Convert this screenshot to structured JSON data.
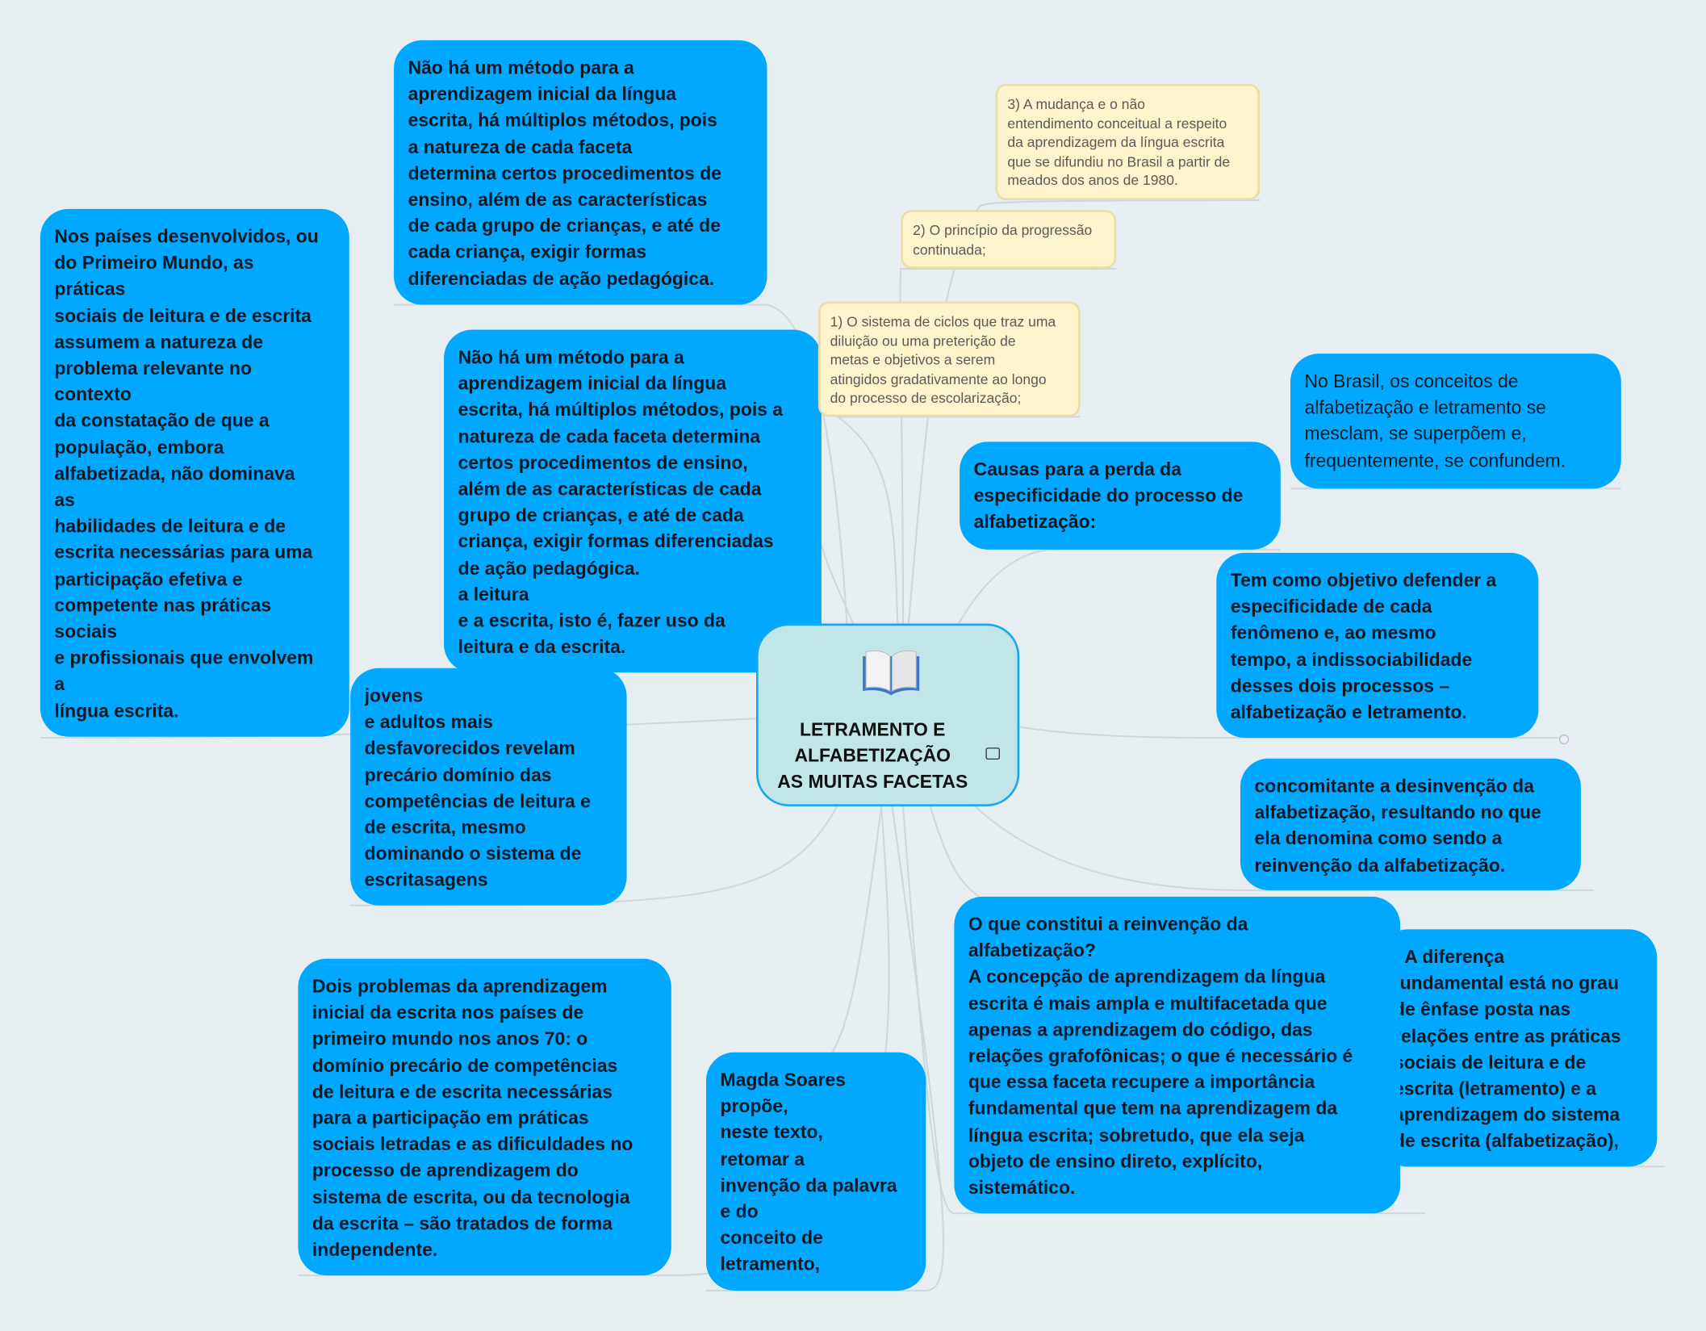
{
  "central_topic": {
    "title": "LETRAMENTO E\nALFABETIZAÇÃO\nAS MUITAS FACETAS",
    "icon": "open-book-icon"
  },
  "topics": [
    {
      "id": "metodo-top",
      "text": "Não há um método para a\naprendizagem inicial da língua\nescrita, há múltiplos métodos, pois\na natureza de cada faceta\ndetermina certos procedimentos de\nensino, além de as características\nde cada grupo de crianças, e até de\ncada criança, exigir formas\ndiferenciadas de ação pedagógica."
    },
    {
      "id": "paises-desenvolvidos",
      "text": "Nos países desenvolvidos, ou\ndo Primeiro Mundo, as\npráticas\nsociais de leitura e de escrita\nassumem a natureza de\nproblema relevante no\ncontexto\nda constatação de que a\npopulação, embora\nalfabetizada, não dominava\nas\nhabilidades de leitura e de\nescrita necessárias para uma\nparticipação efetiva e\ncompetente nas práticas\nsociais\ne profissionais que envolvem\na\nlíngua escrita."
    },
    {
      "id": "metodo-middle",
      "text": "Não há um método para a\naprendizagem inicial da língua\nescrita, há múltiplos métodos, pois a\nnatureza de cada faceta determina\ncertos procedimentos de ensino,\nalém de as características de cada\ngrupo de crianças, e até de cada\ncriança, exigir formas diferenciadas\nde ação pedagógica.\n a leitura\ne a escrita, isto é, fazer uso da\nleitura e da escrita."
    },
    {
      "id": "jovens",
      "text": "jovens\ne adultos mais\ndesfavorecidos revelam\nprecário domínio das\ncompetências de leitura e\nde escrita, mesmo\ndominando o sistema de\nescritasagens"
    },
    {
      "id": "dois-problemas",
      "text": "Dois problemas da aprendizagem\ninicial da escrita nos países de\nprimeiro mundo nos anos 70: o\ndomínio precário de competências\nde leitura e de escrita necessárias\npara a participação em práticas\nsociais letradas e as dificuldades no\nprocesso de aprendizagem do\nsistema de escrita, ou da tecnologia\nda escrita – são tratados de forma\nindependente."
    },
    {
      "id": "magda",
      "text": "Magda Soares\npropõe,\nneste texto,\nretomar a\ninvenção da palavra\ne do\nconceito de\nletramento,"
    },
    {
      "id": "reinvencao",
      "text": "O que constitui a reinvenção da\nalfabetização?\n   A concepção de aprendizagem da língua\nescrita é mais ampla e multifacetada que\napenas a aprendizagem do código, das\nrelações grafofônicas; o que é  necessário é\nque essa faceta recupere a importância\nfundamental que tem na aprendizagem da\nlíngua escrita; sobretudo, que ela seja\nobjeto de ensino direto, explícito,\nsistemático."
    },
    {
      "id": "diferenca",
      "text": "·       A diferença\nfundamental está no grau\nde ênfase posta nas\nrelações entre as práticas\nsociais de leitura e de\nescrita (letramento) e a\naprendizagem do sistema\nde escrita (alfabetização),"
    },
    {
      "id": "concomitante",
      "text": "concomitante a  desinvenção da\nalfabetização, resultando no que\nela denomina como sendo a\nreinvenção da alfabetização."
    },
    {
      "id": "objetivo",
      "text": "Tem como objetivo defender a\nespecificidade de cada\nfenômeno e, ao mesmo\ntempo, a indissociabilidade\ndesses dois processos –\nalfabetização e letramento."
    },
    {
      "id": "causas",
      "text": "Causas para a perda da\nespecificidade do processo de\nalfabetização:"
    },
    {
      "id": "no-brasil",
      "text": "No Brasil, os conceitos de\nalfabetização e letramento se\nmesclam, se superpõem e,\nfrequentemente, se confundem."
    }
  ],
  "notes": [
    {
      "id": "causa-3",
      "text": "3) A mudança e o não\nentendimento conceitual a respeito\nda aprendizagem da língua escrita\nque se difundiu no Brasil a partir de\nmeados dos anos de 1980."
    },
    {
      "id": "causa-2",
      "text": "2) O princípio da progressão\ncontinuada;"
    },
    {
      "id": "causa-1",
      "text": "1) O sistema de ciclos que traz uma\ndiluição ou uma preterição de\nmetas e objetivos a serem\natingidos gradativamente ao longo\ndo processo de escolarização;"
    }
  ],
  "colors": {
    "background": "#e6eef2",
    "topic": "#00a8ff",
    "center": "#c2e6e8",
    "note": "#fff5cc"
  }
}
